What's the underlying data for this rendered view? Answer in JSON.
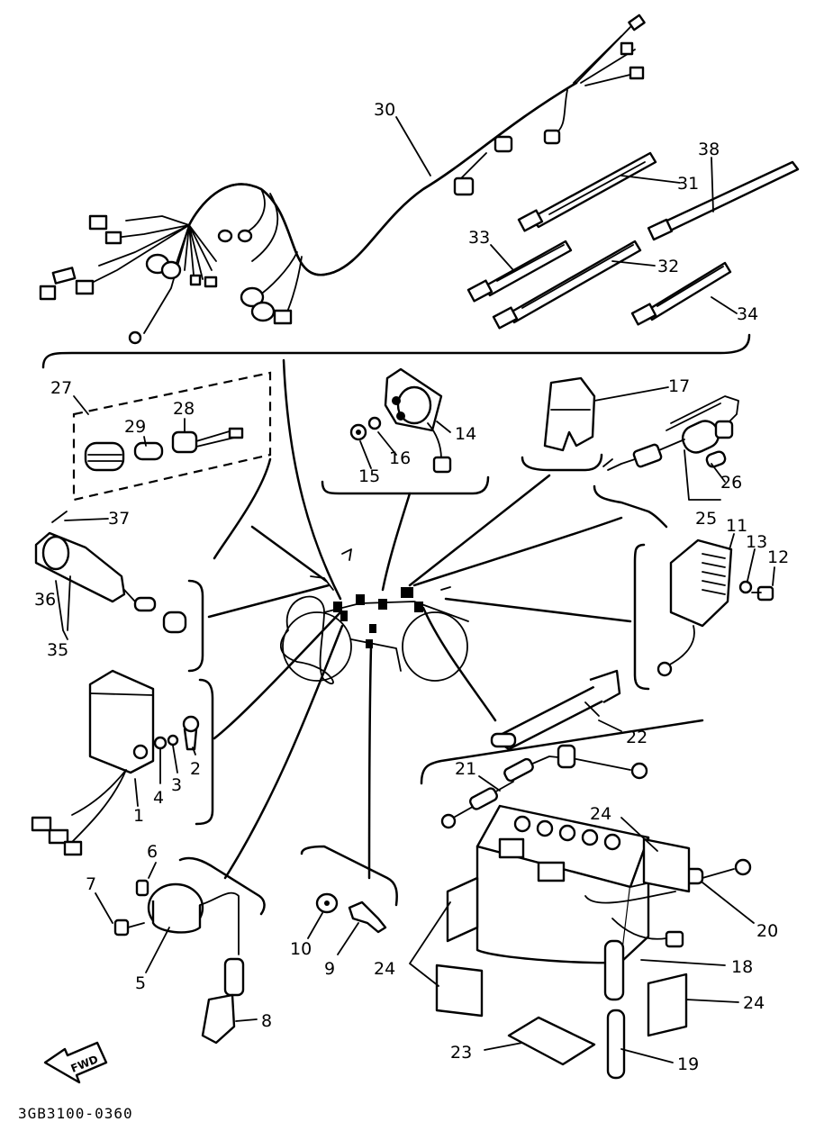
{
  "labels": {
    "l1": "1",
    "l2": "2",
    "l3": "3",
    "l4": "4",
    "l5": "5",
    "l6": "6",
    "l7": "7",
    "l8": "8",
    "l9": "9",
    "l10": "10",
    "l11": "11",
    "l12": "12",
    "l13": "13",
    "l14": "14",
    "l15": "15",
    "l16": "16",
    "l17": "17",
    "l18": "18",
    "l19": "19",
    "l20": "20",
    "l21": "21",
    "l22": "22",
    "l23": "23",
    "l24a": "24",
    "l24b": "24",
    "l24c": "24",
    "l25": "25",
    "l26": "26",
    "l27": "27",
    "l28": "28",
    "l29": "29",
    "l30": "30",
    "l31": "31",
    "l32": "32",
    "l33": "33",
    "l34": "34",
    "l35": "35",
    "l36": "36",
    "l37": "37",
    "l38": "38"
  },
  "fwd_arrow": "FWD",
  "diagram_code": "3GB3100-0360"
}
